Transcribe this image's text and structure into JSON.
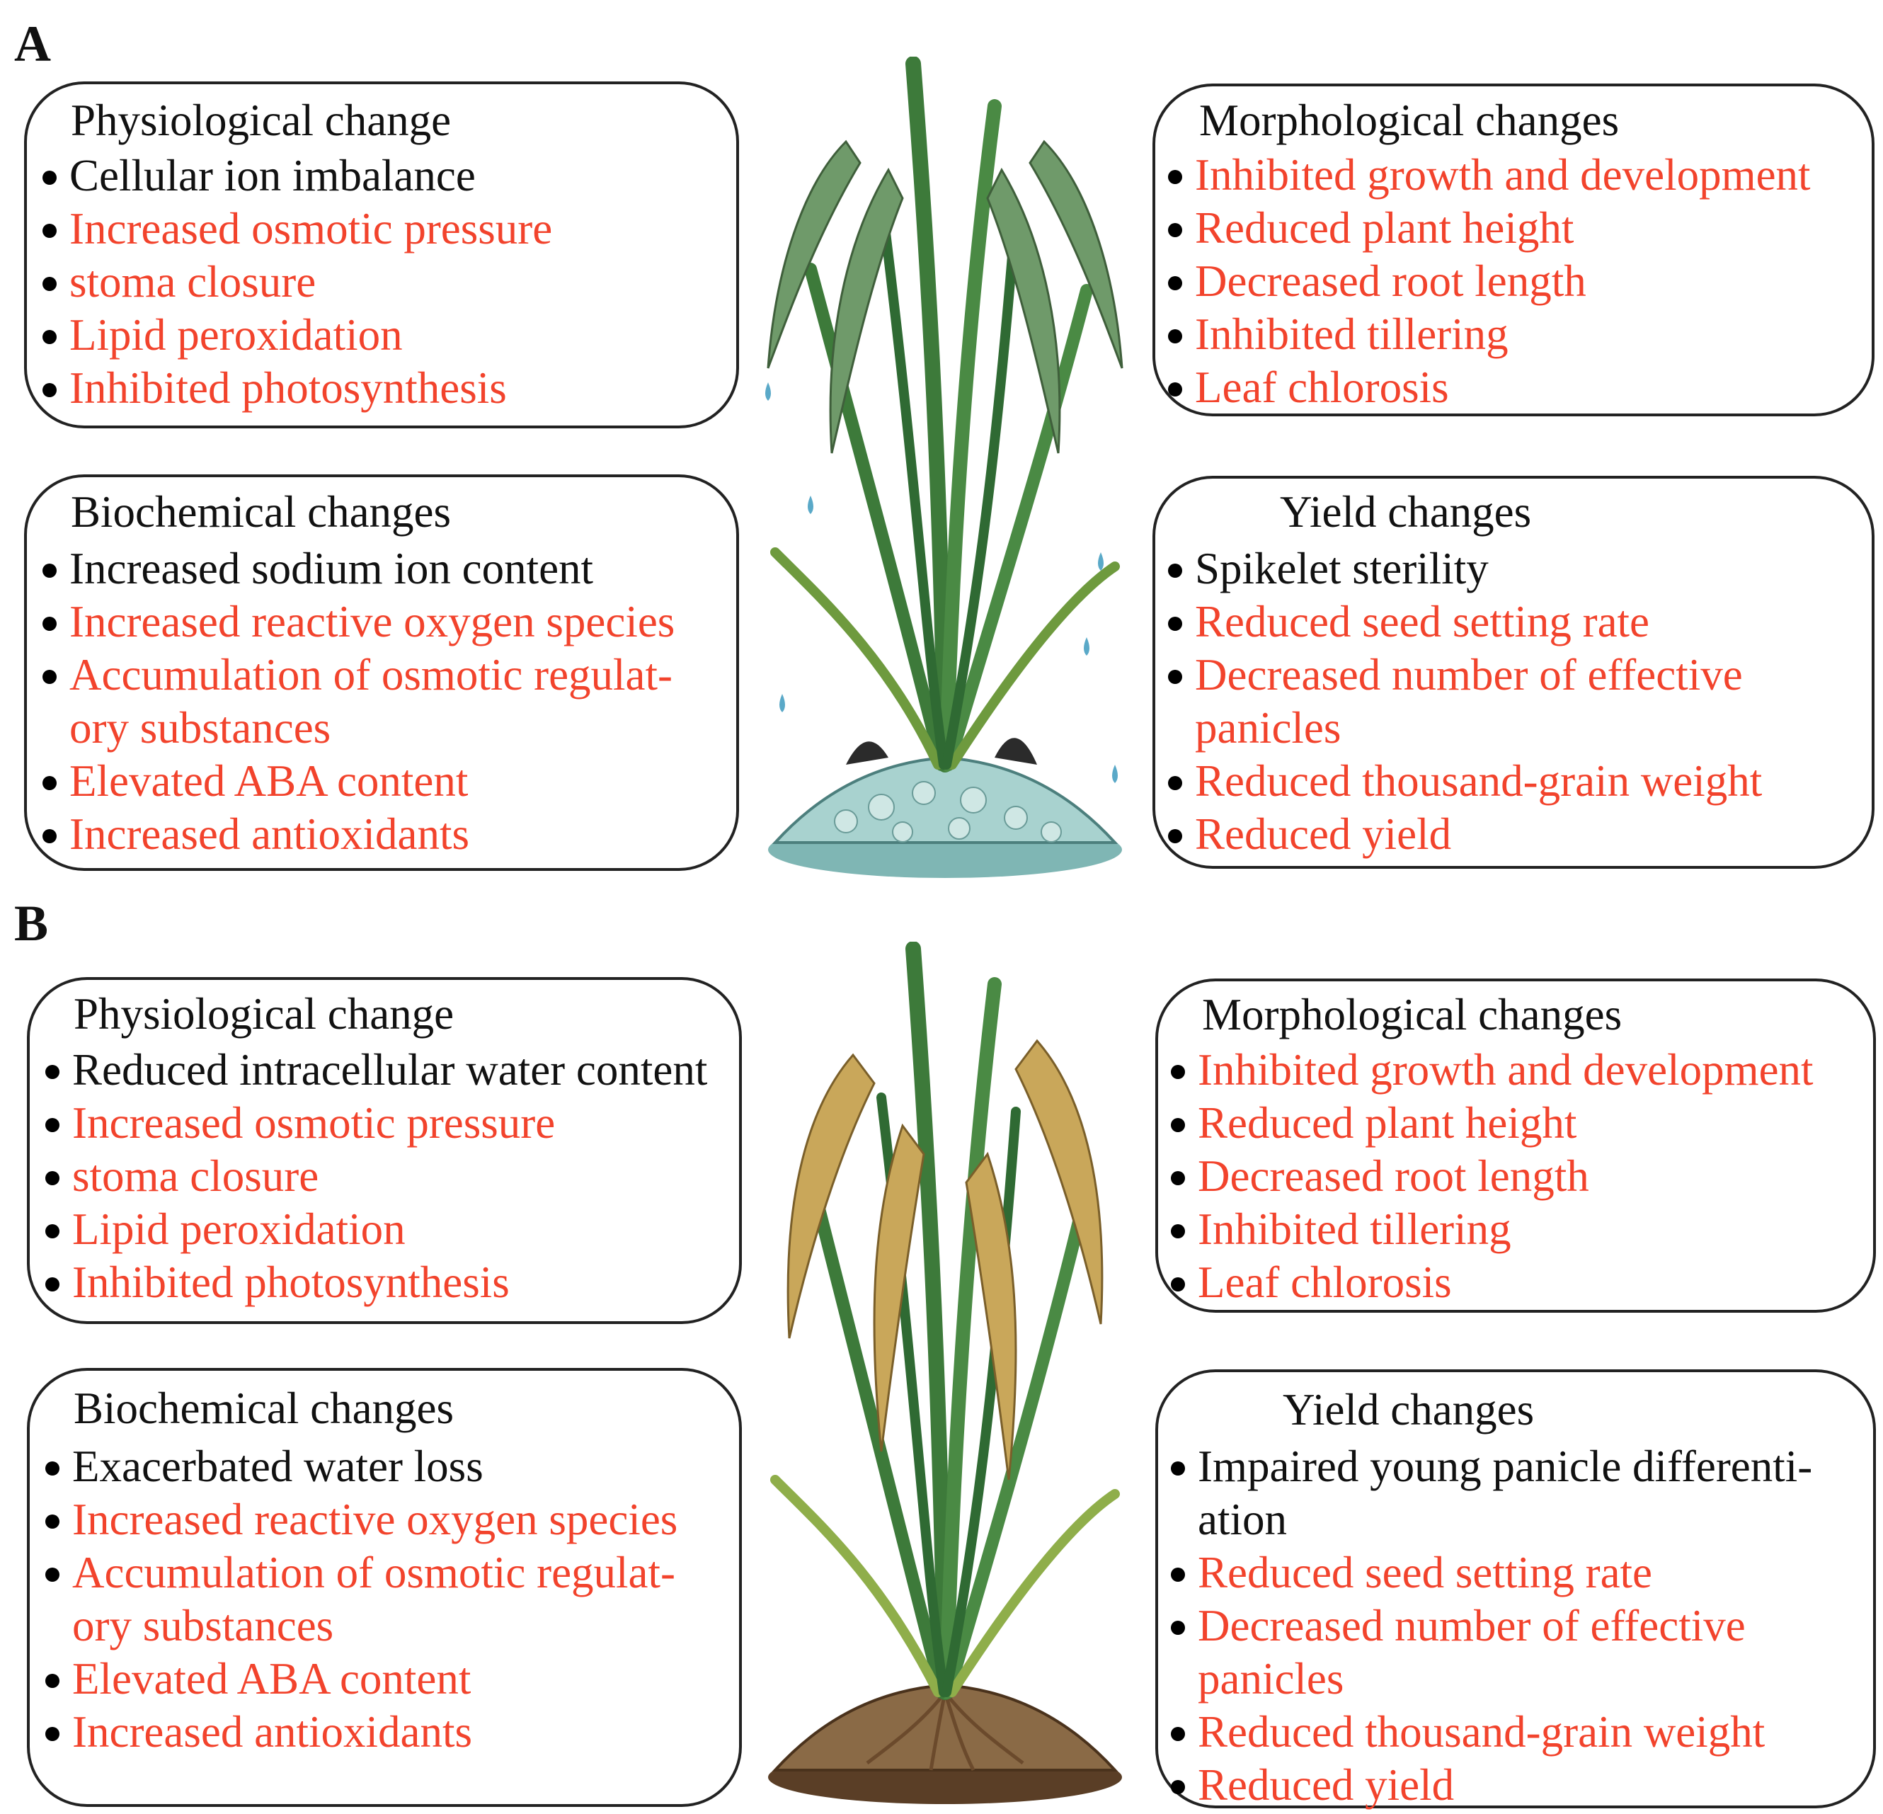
{
  "panels": [
    {
      "letter": "A",
      "boxes": {
        "physiological": {
          "title": "Physiological change",
          "items": [
            {
              "text": "Cellular ion imbalance",
              "color": "black"
            },
            {
              "text": "Increased osmotic pressure",
              "color": "red"
            },
            {
              "text": "stoma closure",
              "color": "red"
            },
            {
              "text": "Lipid peroxidation",
              "color": "red"
            },
            {
              "text": "Inhibited photosynthesis",
              "color": "red"
            }
          ]
        },
        "biochemical": {
          "title": "Biochemical changes",
          "items": [
            {
              "text": "Increased sodium ion content",
              "color": "black"
            },
            {
              "text": "Increased reactive oxygen species",
              "color": "red"
            },
            {
              "text": "Accumulation of osmotic regulat- ory substances",
              "color": "red"
            },
            {
              "text": "Elevated ABA content",
              "color": "red"
            },
            {
              "text": "Increased antioxidants",
              "color": "red"
            }
          ]
        },
        "morphological": {
          "title": "Morphological changes",
          "items": [
            {
              "text": "Inhibited growth and development",
              "color": "red"
            },
            {
              "text": "Reduced plant height",
              "color": "red"
            },
            {
              "text": "Decreased root length",
              "color": "red"
            },
            {
              "text": "Inhibited tillering",
              "color": "red"
            },
            {
              "text": "Leaf chlorosis",
              "color": "red"
            }
          ]
        },
        "yield": {
          "title": "Yield changes",
          "items": [
            {
              "text": "Spikelet sterility",
              "color": "black"
            },
            {
              "text": "Reduced seed setting rate",
              "color": "red"
            },
            {
              "text": "Decreased number of effective panicles",
              "color": "red"
            },
            {
              "text": "Reduced thousand-grain weight",
              "color": "red"
            },
            {
              "text": "Reduced yield",
              "color": "red"
            }
          ]
        }
      }
    },
    {
      "letter": "B",
      "boxes": {
        "physiological": {
          "title": "Physiological change",
          "items": [
            {
              "text": "Reduced intracellular water content",
              "color": "black"
            },
            {
              "text": "Increased osmotic pressure",
              "color": "red"
            },
            {
              "text": "stoma closure",
              "color": "red"
            },
            {
              "text": "Lipid peroxidation",
              "color": "red"
            },
            {
              "text": "Inhibited photosynthesis",
              "color": "red"
            }
          ]
        },
        "biochemical": {
          "title": "Biochemical changes",
          "items": [
            {
              "text": "Exacerbated water loss",
              "color": "black"
            },
            {
              "text": "Increased reactive oxygen species",
              "color": "red"
            },
            {
              "text": "Accumulation of osmotic regulat- ory substances",
              "color": "red"
            },
            {
              "text": "Elevated ABA content",
              "color": "red"
            },
            {
              "text": "Increased antioxidants",
              "color": "red"
            }
          ]
        },
        "morphological": {
          "title": "Morphological changes",
          "items": [
            {
              "text": "Inhibited growth and development",
              "color": "red"
            },
            {
              "text": "Reduced plant height",
              "color": "red"
            },
            {
              "text": "Decreased root length",
              "color": "red"
            },
            {
              "text": "Inhibited tillering",
              "color": "red"
            },
            {
              "text": "Leaf chlorosis",
              "color": "red"
            }
          ]
        },
        "yield": {
          "title": "Yield changes",
          "items": [
            {
              "text": "Impaired young panicle differenti- ation",
              "color": "black"
            },
            {
              "text": "Reduced seed setting rate",
              "color": "red"
            },
            {
              "text": "Decreased number of effective panicles",
              "color": "red"
            },
            {
              "text": "Reduced thousand-grain weight",
              "color": "red"
            },
            {
              "text": "Reduced yield",
              "color": "red"
            }
          ]
        }
      }
    }
  ],
  "colors": {
    "red": "#f2432c",
    "black": "#111111",
    "leaf": "#3d7a3a",
    "leaf_light": "#8fae4a",
    "grain_green": "#6f9a6a",
    "grain_gold": "#c9a75a",
    "salt": "#a8d2cf",
    "soil": "#7a5a3a",
    "water_drop": "#5aa9c8"
  },
  "illustrations": [
    {
      "name": "salt-stressed-rice-plant-icon"
    },
    {
      "name": "drought-stressed-rice-plant-icon"
    }
  ]
}
